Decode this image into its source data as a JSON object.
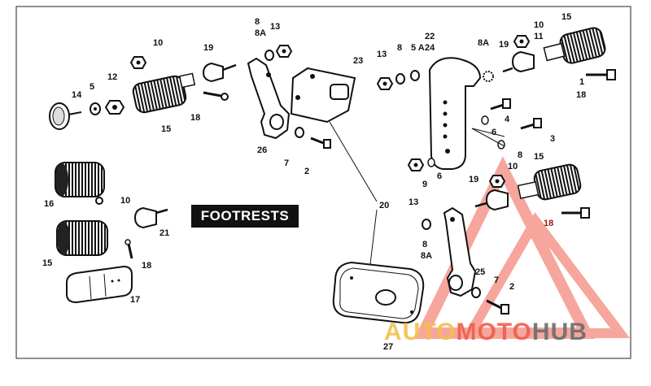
{
  "diagram": {
    "title": "FOOTRESTS",
    "labels": [
      {
        "id": "l10a",
        "text": "10"
      },
      {
        "id": "l19a",
        "text": "19"
      },
      {
        "id": "l14",
        "text": "14"
      },
      {
        "id": "l5a",
        "text": "5"
      },
      {
        "id": "l12",
        "text": "12"
      },
      {
        "id": "l15a",
        "text": "15"
      },
      {
        "id": "l18a",
        "text": "18"
      },
      {
        "id": "l8top",
        "text": "8"
      },
      {
        "id": "l8Atop",
        "text": "8A"
      },
      {
        "id": "l13a",
        "text": "13"
      },
      {
        "id": "l23",
        "text": "23"
      },
      {
        "id": "l26",
        "text": "26"
      },
      {
        "id": "l7a",
        "text": "7"
      },
      {
        "id": "l2a",
        "text": "2"
      },
      {
        "id": "l13b",
        "text": "13"
      },
      {
        "id": "l8b",
        "text": "8"
      },
      {
        "id": "l5Ab",
        "text": "5 A"
      },
      {
        "id": "l22",
        "text": "22"
      },
      {
        "id": "l24",
        "text": "24"
      },
      {
        "id": "l8Ab",
        "text": "8A"
      },
      {
        "id": "l19b",
        "text": "19"
      },
      {
        "id": "l10b",
        "text": "10"
      },
      {
        "id": "l11",
        "text": "11"
      },
      {
        "id": "l15b",
        "text": "15"
      },
      {
        "id": "l1",
        "text": "1"
      },
      {
        "id": "l18b",
        "text": "18"
      },
      {
        "id": "l4",
        "text": "4"
      },
      {
        "id": "l3",
        "text": "3"
      },
      {
        "id": "l6a",
        "text": "6"
      },
      {
        "id": "l8c",
        "text": "8"
      },
      {
        "id": "l9",
        "text": "9"
      },
      {
        "id": "l6b",
        "text": "6"
      },
      {
        "id": "l15c",
        "text": "15"
      },
      {
        "id": "l10c",
        "text": "10"
      },
      {
        "id": "l19c",
        "text": "19"
      },
      {
        "id": "l18c",
        "text": "18"
      },
      {
        "id": "l16",
        "text": "16"
      },
      {
        "id": "l10d",
        "text": "10"
      },
      {
        "id": "l21",
        "text": "21"
      },
      {
        "id": "l15d",
        "text": "15"
      },
      {
        "id": "l18d",
        "text": "18"
      },
      {
        "id": "l17",
        "text": "17"
      },
      {
        "id": "l20",
        "text": "20"
      },
      {
        "id": "l13c",
        "text": "13"
      },
      {
        "id": "l8d",
        "text": "8"
      },
      {
        "id": "l8Ad",
        "text": "8A"
      },
      {
        "id": "l25",
        "text": "25"
      },
      {
        "id": "l7b",
        "text": "7"
      },
      {
        "id": "l2b",
        "text": "2"
      },
      {
        "id": "l27",
        "text": "27"
      }
    ]
  },
  "watermark": {
    "part1": "AUTO",
    "part2": "MOTO",
    "part3": "HUB",
    "colors": {
      "yellow": "#f3c04a",
      "red": "#ef5e4e",
      "gray": "#6c6c6c"
    }
  }
}
